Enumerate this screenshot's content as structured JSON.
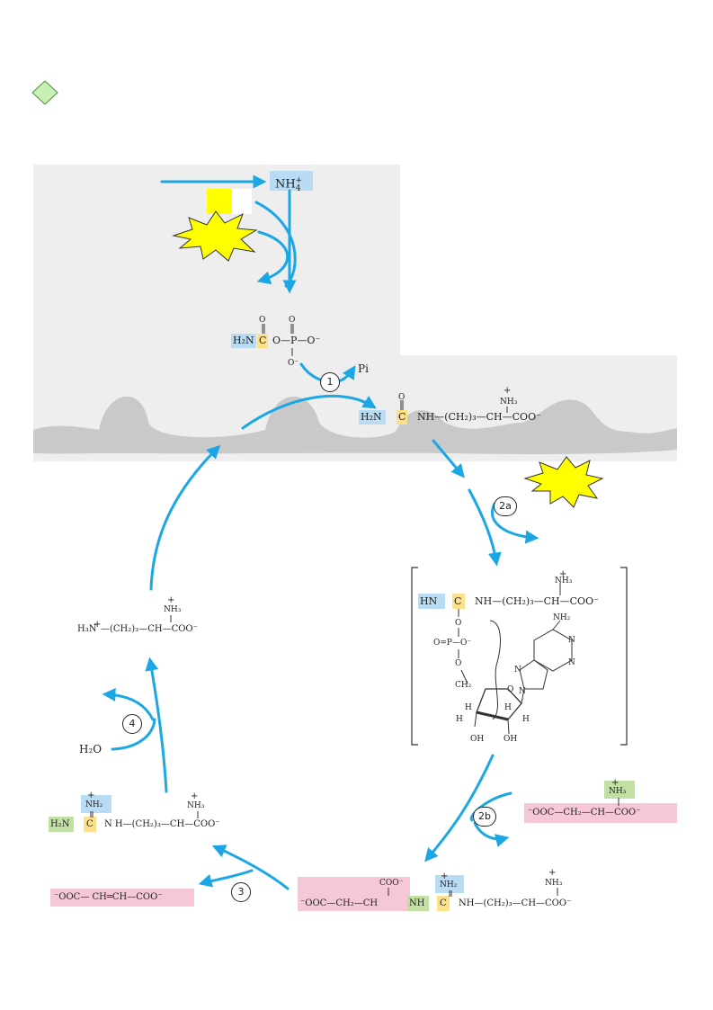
{
  "colors": {
    "arrow": "#1aa7e4",
    "mito_bg": "#eeeeee",
    "highlight_blue": "#b8dcf4",
    "highlight_yellow": "#fde08a",
    "highlight_green": "#c2e0a3",
    "highlight_pink": "#f6c8d6",
    "burst": "#ffff00",
    "diamond": "#c8f0b4"
  },
  "ammonium": {
    "prefix": "NH",
    "sub": "4",
    "sup": "+"
  },
  "phosphate_inorganic": "Pi",
  "steps": [
    "1",
    "2a",
    "2b",
    "3",
    "4"
  ],
  "carbamoyl_phosphate": {
    "h2n": "H₂N",
    "c": "C",
    "rest": "O—P—O⁻",
    "o_top1": "O",
    "o_top2": "O",
    "o_bottom": "O⁻"
  },
  "citrulline": {
    "h2n": "H₂N",
    "c": "C",
    "chain": "NH—(CH₂)₃—CH—COO⁻",
    "o_top": "O",
    "nh3": "NH₃"
  },
  "citrullyl_amp": {
    "hn": "HN",
    "c": "C",
    "chain": "NH—(CH₂)₃—CH—COO⁻",
    "nh3": "NH₃",
    "o1": "O",
    "phosphate": "O=P—O⁻",
    "o2": "O",
    "ch2": "CH₂",
    "ring_o": "O",
    "nh2": "NH₂",
    "n_labels": [
      "N",
      "N",
      "N",
      "N"
    ],
    "h_labels": [
      "H",
      "H",
      "H",
      "H"
    ],
    "oh_left": "OH",
    "oh_right": "OH"
  },
  "aspartate": {
    "nh3": "NH₃",
    "chain": "⁻OOC—CH₂—CH—COO⁻"
  },
  "argininosuccinate": {
    "left": "⁻OOC—CH₂—CH",
    "coo_top": "COO⁻",
    "nh": "NH",
    "c": "C",
    "nh2": "NH₂",
    "chain": "NH—(CH₂)₃—CH—COO⁻",
    "nh3": "NH₃"
  },
  "fumarate": "⁻OOC— CH═CH—COO⁻",
  "arginine": {
    "h2n": "H₂N",
    "c": "C",
    "nh2": "NH₂",
    "chain": "N H—(CH₂)₃—CH—COO⁻",
    "nh3": "NH₃"
  },
  "ornithine": {
    "h3n": "H₃N",
    "chain": "—(CH₂)₃—CH—COO⁻",
    "nh3": "NH₃"
  },
  "water": "H₂O"
}
